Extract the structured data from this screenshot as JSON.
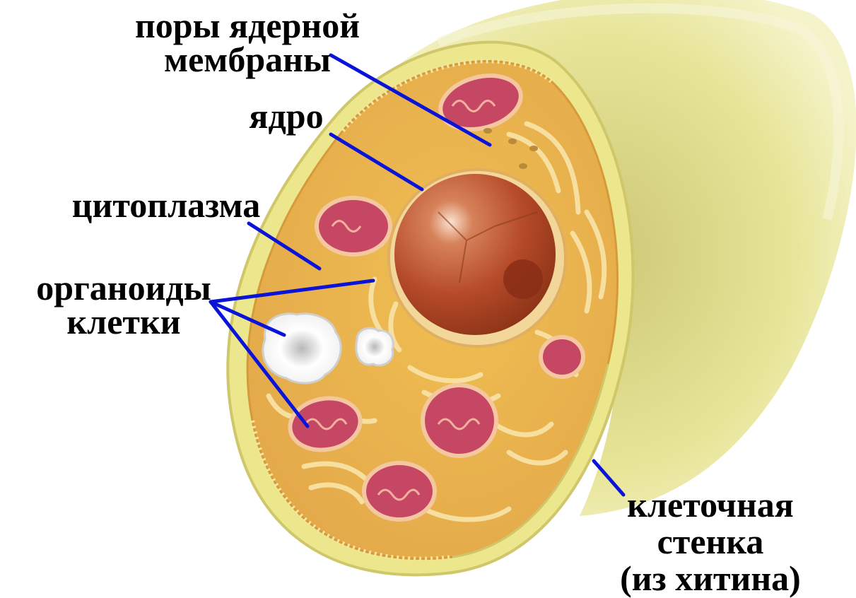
{
  "labels": {
    "nuclear_pores": [
      "поры ядерной",
      "мембраны"
    ],
    "nucleus": "ядро",
    "cytoplasm": "цитоплазма",
    "organelles": [
      "органоиды",
      "клетки"
    ],
    "cell_wall": [
      "клеточная",
      "стенка",
      "(из хитина)"
    ]
  },
  "colors": {
    "pointer": "#0a14d8",
    "cytoplasm": "#e9b64e",
    "wall": "#e8e48a",
    "nucleus": "#b9512a",
    "mitochondria": "#c64763"
  }
}
